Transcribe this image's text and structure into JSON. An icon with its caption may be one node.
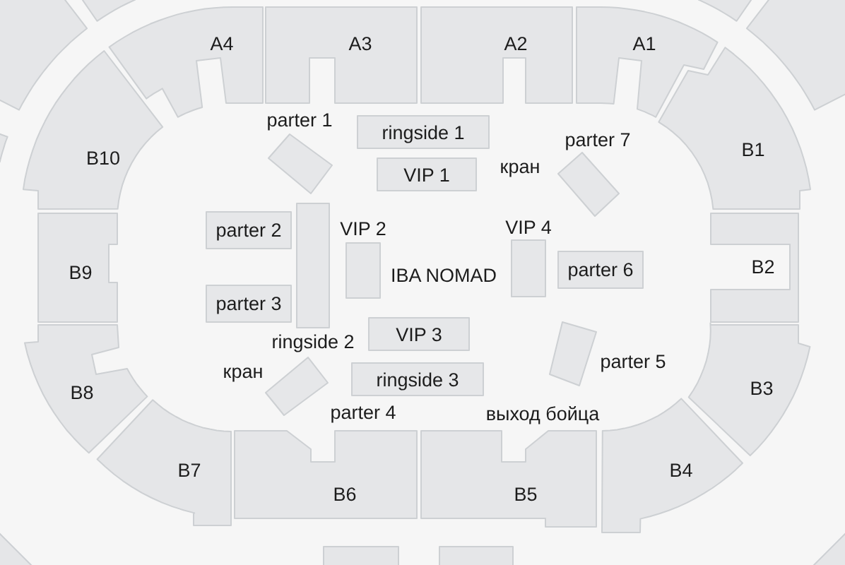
{
  "diagram": {
    "nodes": [
      {
        "text": [],
        "shape": "box"
      },
      {
        "text": [],
        "shape": "box"
      },
      {
        "text": [
          "A4"
        ]
      },
      {
        "text": [
          "A3"
        ]
      },
      {
        "text": [
          "A2"
        ]
      },
      {
        "text": [
          "A1"
        ]
      },
      {
        "text": [],
        "shape": "box"
      },
      {
        "text": [],
        "shape": "box"
      },
      {
        "text": [
          "ringside 1"
        ]
      },
      {
        "text": [],
        "shape": "box"
      },
      {
        "text": [
          "B10"
        ]
      },
      {
        "text": [
          "parter 1"
        ]
      },
      {
        "text": [
          "VIP 1"
        ]
      },
      {
        "text": [
          "parter 7"
        ]
      },
      {
        "text": [
          "B1"
        ]
      },
      {
        "text": [
          "parter 2"
        ]
      },
      {
        "text": [
          "ringside 2"
        ]
      },
      {
        "text": [
          "VIP 2"
        ]
      },
      {
        "text": [
          "VIP 4"
        ]
      },
      {
        "text": [
          "parter 6"
        ]
      },
      {
        "text": [
          "B9"
        ]
      },
      {
        "text": [
          "B2"
        ]
      },
      {
        "text": [
          "parter 3"
        ]
      },
      {
        "text": [
          "VIP 3"
        ]
      },
      {
        "text": [
          "parter 4"
        ]
      },
      {
        "text": [
          "ringside 3"
        ]
      },
      {
        "text": [
          "parter 5"
        ]
      },
      {
        "text": [
          "B8"
        ]
      },
      {
        "text": [
          "B3"
        ]
      },
      {
        "text": [
          "B7"
        ]
      },
      {
        "text": [
          "B4"
        ]
      },
      {
        "text": [
          "B6"
        ]
      },
      {
        "text": [
          "B5"
        ]
      },
      {
        "text": [],
        "shape": "box"
      },
      {
        "text": [],
        "shape": "box"
      },
      {
        "text": [],
        "shape": "box"
      },
      {
        "text": [],
        "shape": "box"
      }
    ],
    "labels": [
      "кран",
      "IBA NOMAD",
      "кран",
      "выход бойца"
    ]
  }
}
